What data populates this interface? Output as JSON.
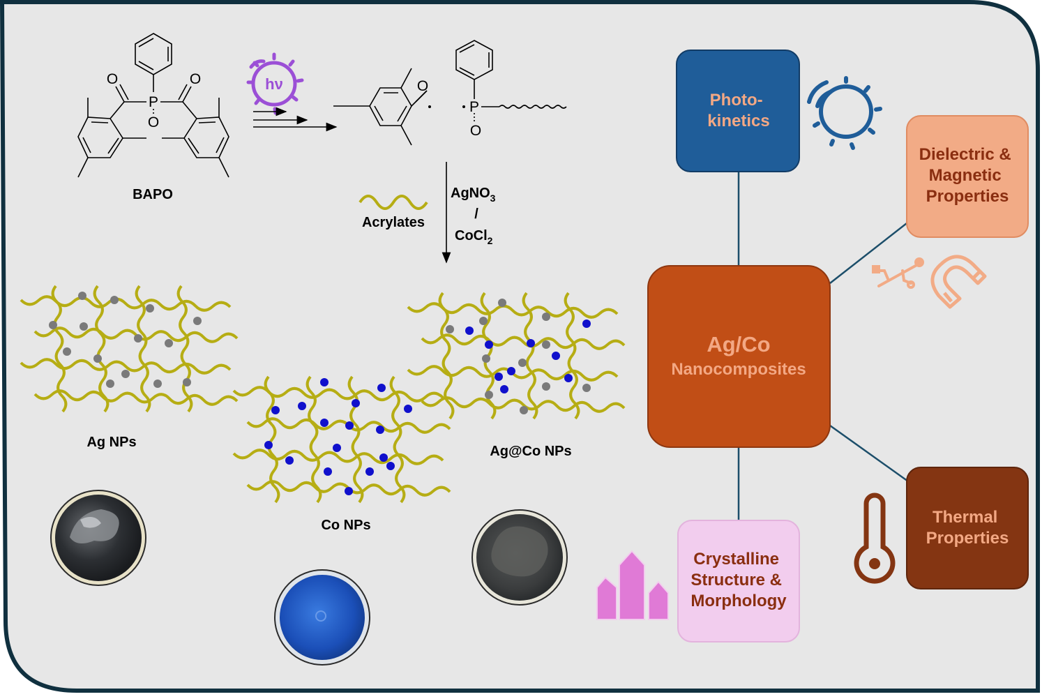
{
  "colors": {
    "background": "#e7e7e7",
    "frame": "#10303f",
    "connector": "#1c4e6a",
    "polymer": "#b6ad14",
    "ag_particle": "#7a7a7a",
    "co_particle": "#1010cc",
    "photokinetics_box": "#1f5d99",
    "photokinetics_text": "#f3a884",
    "dielectric_box": "#f2ab86",
    "dielectric_text": "#8a2e10",
    "center_box": "#c14e16",
    "center_text": "#f3a884",
    "crystal_box": "#f2cdee",
    "crystal_text": "#8a2e10",
    "thermal_box": "#843512",
    "thermal_text": "#f3a884",
    "light_icon": "#9b4fd6",
    "sun_icon": "#1f5d99",
    "usb_magnet_icon": "#f2ab86",
    "thermometer_icon": "#843512",
    "crystal_icon": "#e07ad6",
    "co_dish": "#1e55c2",
    "ag_dish": "#3f4245",
    "agco_dish": "#45484a"
  },
  "scheme": {
    "bapo_label": "BAPO",
    "hv_label": "hν",
    "acrylates_label": "Acrylates",
    "reagent_ag": "AgNO",
    "reagent_ag_sub": "3",
    "reagent_sep": "/",
    "reagent_co": "CoCl",
    "reagent_co_sub": "2",
    "atom_P": "P",
    "atom_O": "O"
  },
  "networks": {
    "ag_label": "Ag NPs",
    "co_label": "Co NPs",
    "agco_label": "Ag@Co NPs"
  },
  "mindmap": {
    "center_line1": "Ag/Co",
    "center_line2": "Nanocomposites",
    "photokinetics": [
      "Photo-",
      "kinetics"
    ],
    "dielectric": [
      "Dielectric &",
      "Magnetic",
      "Properties"
    ],
    "crystalline": [
      "Crystalline",
      "Structure &",
      "Morphology"
    ],
    "thermal": [
      "Thermal",
      "Properties"
    ]
  },
  "icons": {
    "light_icon": "light-bulb-icon",
    "sun_icon": "light-bulb-icon",
    "usb_icon": "usb-icon",
    "magnet_icon": "magnet-icon",
    "thermometer_icon": "thermometer-icon",
    "crystal_icon": "crystal-icon"
  }
}
